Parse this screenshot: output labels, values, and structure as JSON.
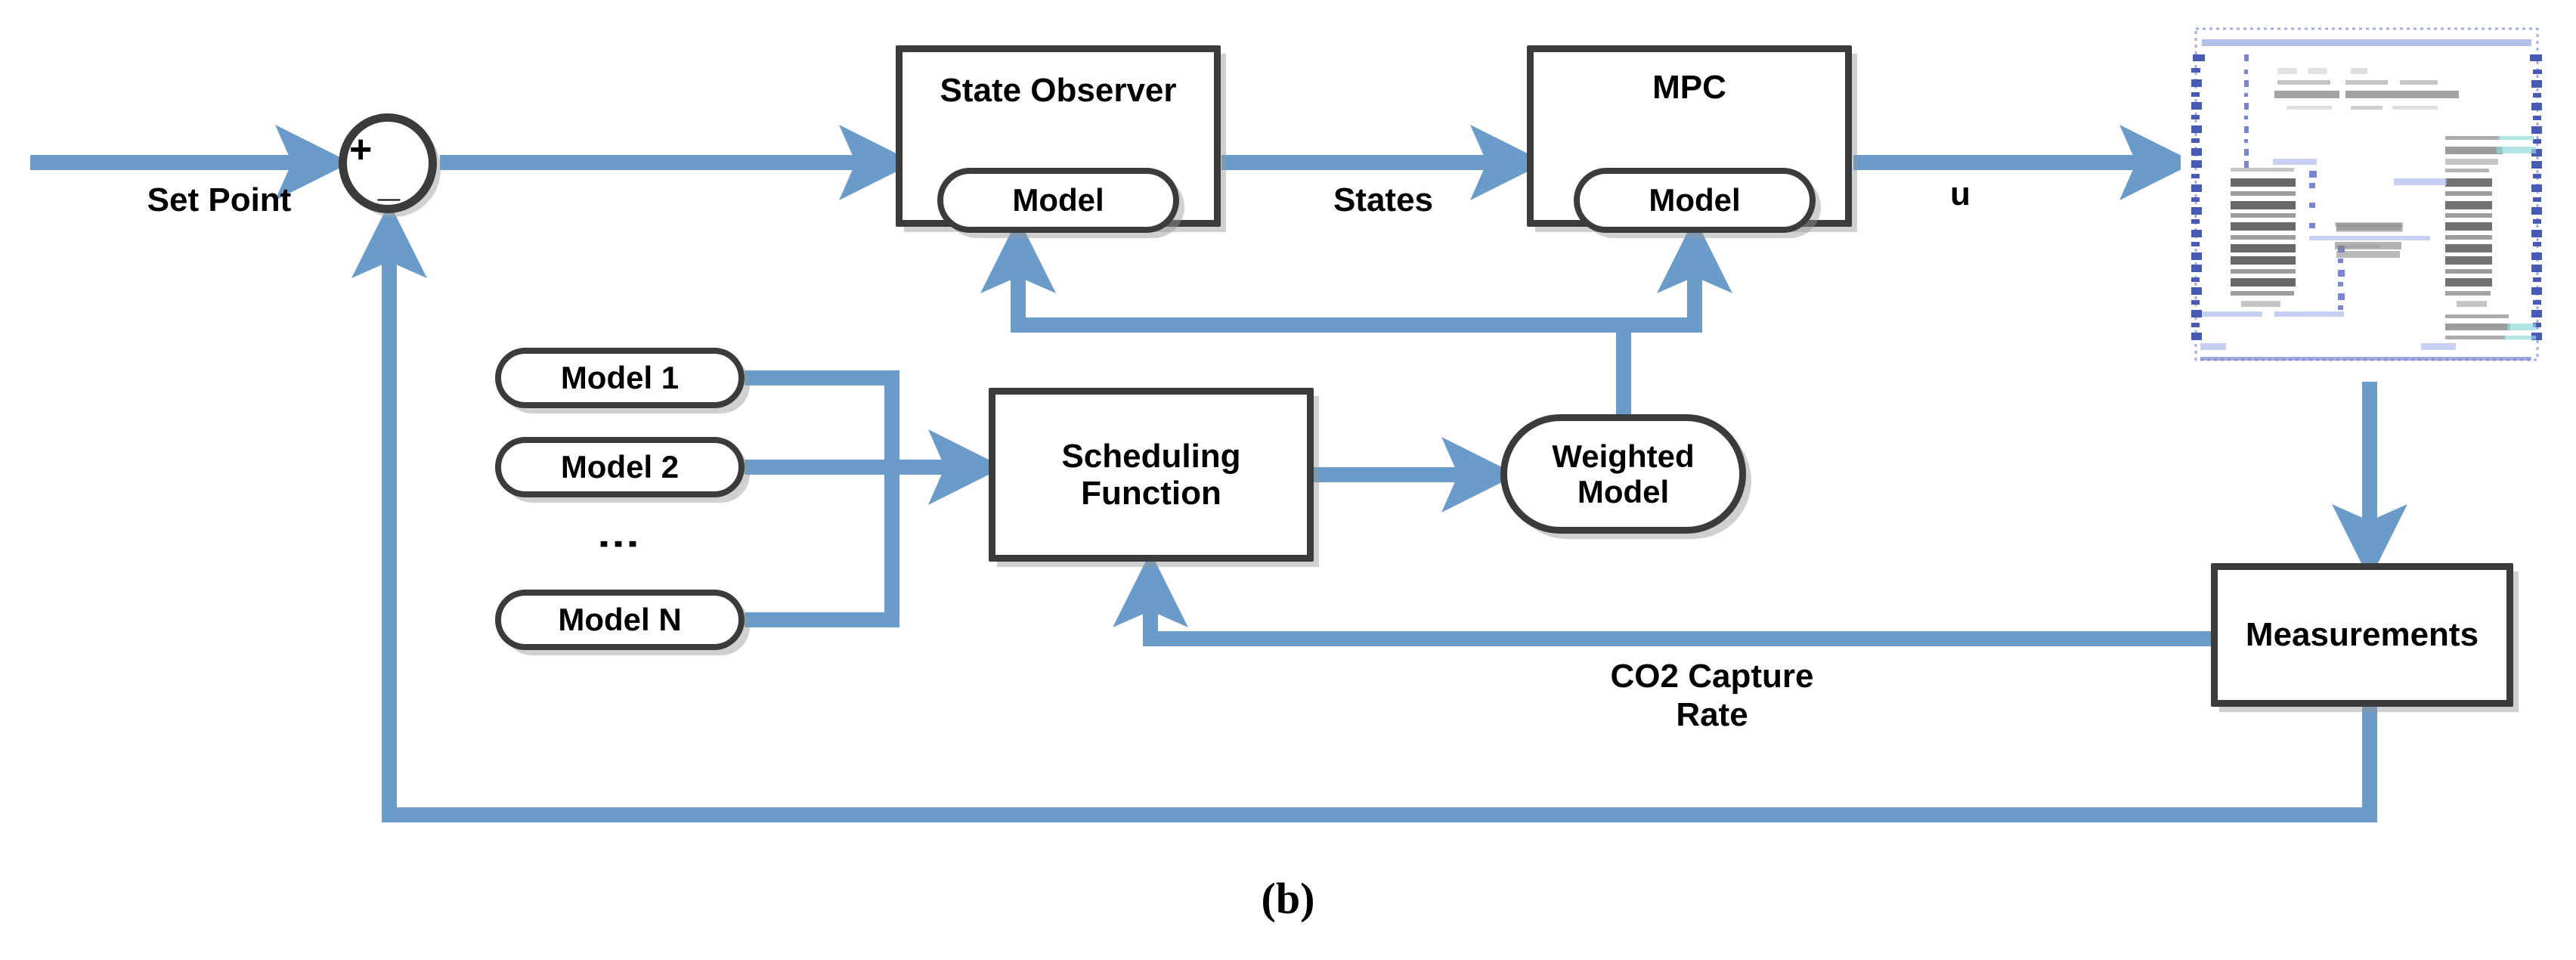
{
  "figure": {
    "caption": "(b)",
    "type": "control-system-block-diagram"
  },
  "colors": {
    "wire": "#6b9bc8",
    "node_border": "#3b3b3b",
    "node_fill": "#ffffff",
    "text": "#000000",
    "shadow": "#c8c8c8"
  },
  "nodes": {
    "sum_junction": {
      "plus": "+",
      "minus": "_"
    },
    "state_observer": {
      "title": "State Observer",
      "inner": "Model"
    },
    "mpc": {
      "title": "MPC",
      "inner": "Model"
    },
    "model_bank": {
      "items": [
        {
          "label": "Model 1"
        },
        {
          "label": "Model 2"
        },
        {
          "label": "Model N"
        }
      ],
      "ellipsis": "⋮"
    },
    "scheduling_function": {
      "label": "Scheduling\nFunction"
    },
    "weighted_model": {
      "label": "Weighted\nModel"
    },
    "measurements": {
      "label": "Measurements"
    },
    "plant": {
      "label": ""
    }
  },
  "signals": {
    "set_point": "Set Point",
    "states": "States",
    "manipulated_variable": "u",
    "co2_capture_rate": "CO2 Capture\nRate"
  },
  "chart_data": {
    "type": "diagram",
    "title": "Adaptive multi-model MPC control loop",
    "blocks": [
      "Set Point",
      "Summing Junction",
      "State Observer",
      "MPC",
      "Plant",
      "Measurements",
      "Scheduling Function",
      "Weighted Model",
      "Model 1",
      "Model 2",
      "Model N"
    ],
    "edges": [
      {
        "from": "Set Point",
        "to": "Summing Junction",
        "label": "Set Point"
      },
      {
        "from": "Summing Junction",
        "to": "State Observer",
        "label": ""
      },
      {
        "from": "State Observer",
        "to": "MPC",
        "label": "States"
      },
      {
        "from": "MPC",
        "to": "Plant",
        "label": "u"
      },
      {
        "from": "Plant",
        "to": "Measurements",
        "label": ""
      },
      {
        "from": "Measurements",
        "to": "Scheduling Function",
        "label": "CO2 Capture Rate"
      },
      {
        "from": "Measurements",
        "to": "Summing Junction",
        "label": ""
      },
      {
        "from": "Model 1",
        "to": "Scheduling Function",
        "label": ""
      },
      {
        "from": "Model 2",
        "to": "Scheduling Function",
        "label": ""
      },
      {
        "from": "Model N",
        "to": "Scheduling Function",
        "label": ""
      },
      {
        "from": "Scheduling Function",
        "to": "Weighted Model",
        "label": ""
      },
      {
        "from": "Weighted Model",
        "to": "State Observer Model",
        "label": ""
      },
      {
        "from": "Weighted Model",
        "to": "MPC Model",
        "label": ""
      }
    ]
  }
}
